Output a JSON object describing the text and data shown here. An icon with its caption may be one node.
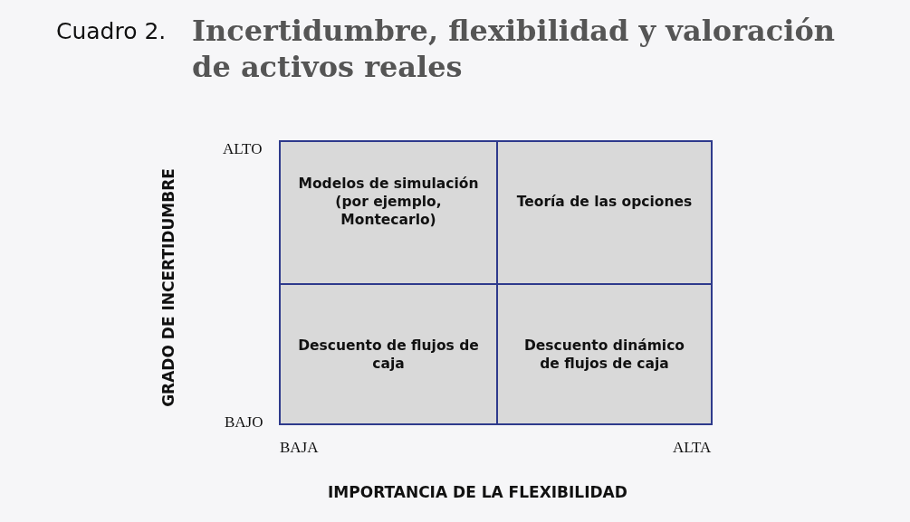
{
  "diagram": {
    "title": "Incertidumbre, flexibilidad y valoración de activos reales",
    "nodes": [
      {
        "text": [
          "Modelos de simulación (por ejemplo, Montecarlo)"
        ]
      },
      {
        "text": [
          "Teoría de las opciones"
        ]
      },
      {
        "text": [
          "Descuento de flujos de caja"
        ]
      },
      {
        "text": [
          "Descuento dinámico de flujos de caja"
        ]
      }
    ],
    "edges": [],
    "labels": [
      "Cuadro 2.",
      "ALTO",
      "GRADO DE INCERTIDUMBRE",
      "BAJO",
      "BAJA",
      "ALTA",
      "IMPORTANCIA DE LA FLEXIBILIDAD"
    ]
  }
}
